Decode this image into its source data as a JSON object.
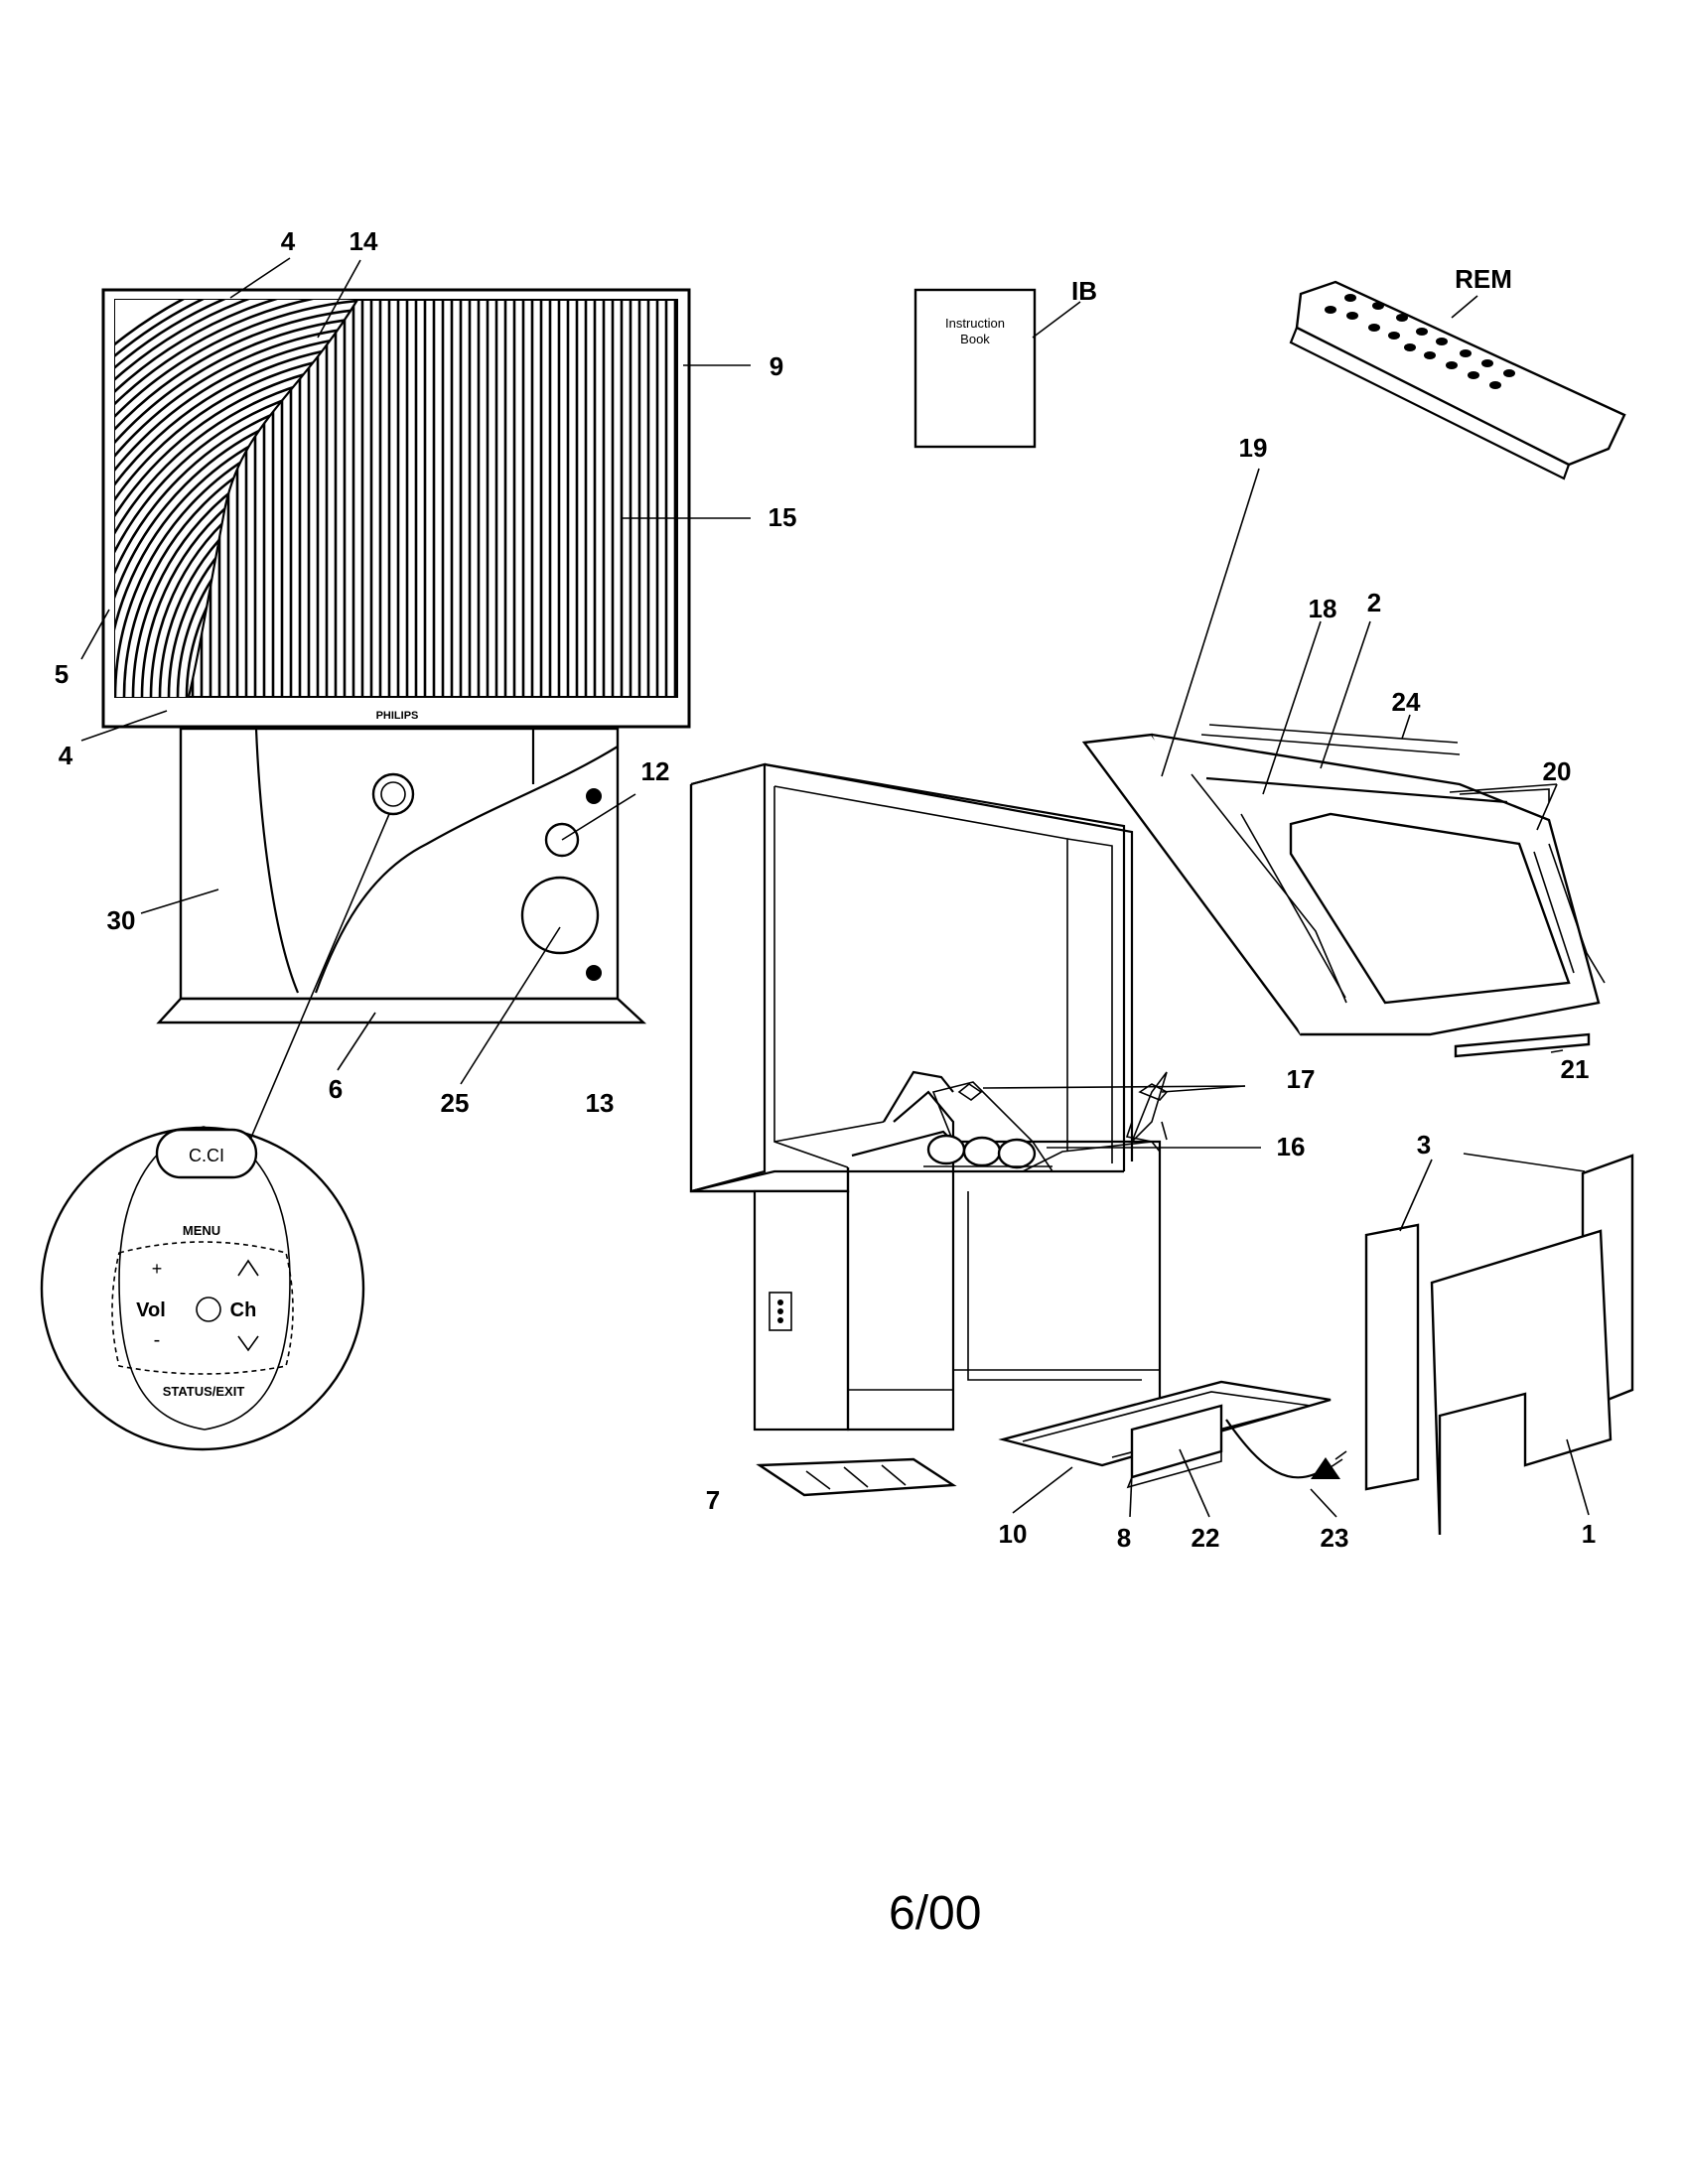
{
  "callouts": {
    "c4a": "4",
    "c14": "14",
    "c9": "9",
    "c15": "15",
    "c5": "5",
    "c4b": "4",
    "c12": "12",
    "c30": "30",
    "c6": "6",
    "c25": "25",
    "c13": "13",
    "cIB": "IB",
    "cREM": "REM",
    "c19": "19",
    "c18": "18",
    "c2": "2",
    "c24": "24",
    "c20": "20",
    "c21": "21",
    "c17": "17",
    "c16": "16",
    "c3": "3",
    "c7": "7",
    "c10": "10",
    "c8": "8",
    "c22": "22",
    "c23": "23",
    "c1": "1"
  },
  "screen_brand": "PHILIPS",
  "book": {
    "line1": "Instruction",
    "line2": "Book"
  },
  "control_panel": {
    "menu": "MENU",
    "vol": "Vol",
    "ch": "Ch",
    "plus": "+",
    "minus": "-",
    "status_exit": "STATUS/EXIT",
    "top_label": "C.CI"
  },
  "footer": {
    "date": "6/00"
  }
}
